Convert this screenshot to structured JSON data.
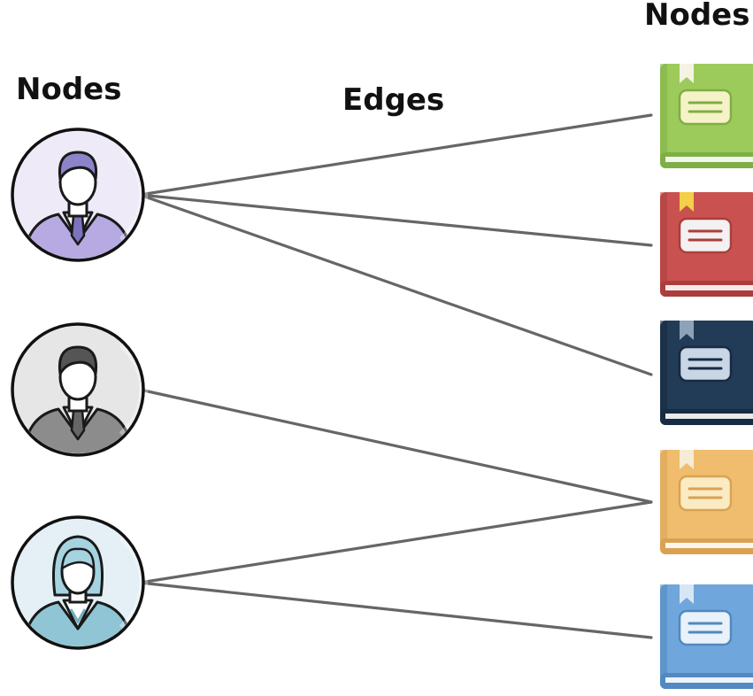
{
  "labels": {
    "nodes_left": "Nodes",
    "edges": "Edges",
    "nodes_right": "Nodes"
  },
  "people": [
    {
      "id": "person-1",
      "icon": "businessman-icon",
      "bg": "#EEEAF8",
      "hair": "#8C83C9",
      "suit": "#B7A9E2",
      "tie": "#7D72BE",
      "skin": "#FFFFFF"
    },
    {
      "id": "person-2",
      "icon": "businessman-icon",
      "bg": "#E6E6E6",
      "hair": "#555555",
      "suit": "#8C8C8C",
      "tie": "#666666",
      "skin": "#FFFFFF"
    },
    {
      "id": "person-3",
      "icon": "businesswoman-icon",
      "bg": "#E4F0F5",
      "hair": "#A5D3E0",
      "suit": "#8FC5D4",
      "tie": "#6FAFC2",
      "skin": "#FFFFFF"
    }
  ],
  "books": [
    {
      "id": "book-1",
      "icon": "book-icon",
      "color": "#9CCB5B",
      "dark": "#7FAE45",
      "bookmark": "#F4F3E4",
      "label": "#F6F2C8"
    },
    {
      "id": "book-2",
      "icon": "book-icon",
      "color": "#C95250",
      "dark": "#AB3E3C",
      "bookmark": "#F3D047",
      "label": "#F3F1F1"
    },
    {
      "id": "book-3",
      "icon": "book-icon",
      "color": "#223B56",
      "dark": "#172B42",
      "bookmark": "#8EA2B8",
      "label": "#C9D6E5"
    },
    {
      "id": "book-4",
      "icon": "book-icon",
      "color": "#F0BD6E",
      "dark": "#D9A253",
      "bookmark": "#F6ECD5",
      "label": "#FBEBC2"
    },
    {
      "id": "book-5",
      "icon": "book-icon",
      "color": "#6FA6DC",
      "dark": "#5189C0",
      "bookmark": "#D7E6F4",
      "label": "#E9F1FA"
    }
  ],
  "edges": [
    {
      "from": "person-1",
      "to": "book-1"
    },
    {
      "from": "person-1",
      "to": "book-2"
    },
    {
      "from": "person-1",
      "to": "book-3"
    },
    {
      "from": "person-2",
      "to": "book-4"
    },
    {
      "from": "person-3",
      "to": "book-4"
    },
    {
      "from": "person-3",
      "to": "book-5"
    }
  ],
  "edge_color": "#666666"
}
